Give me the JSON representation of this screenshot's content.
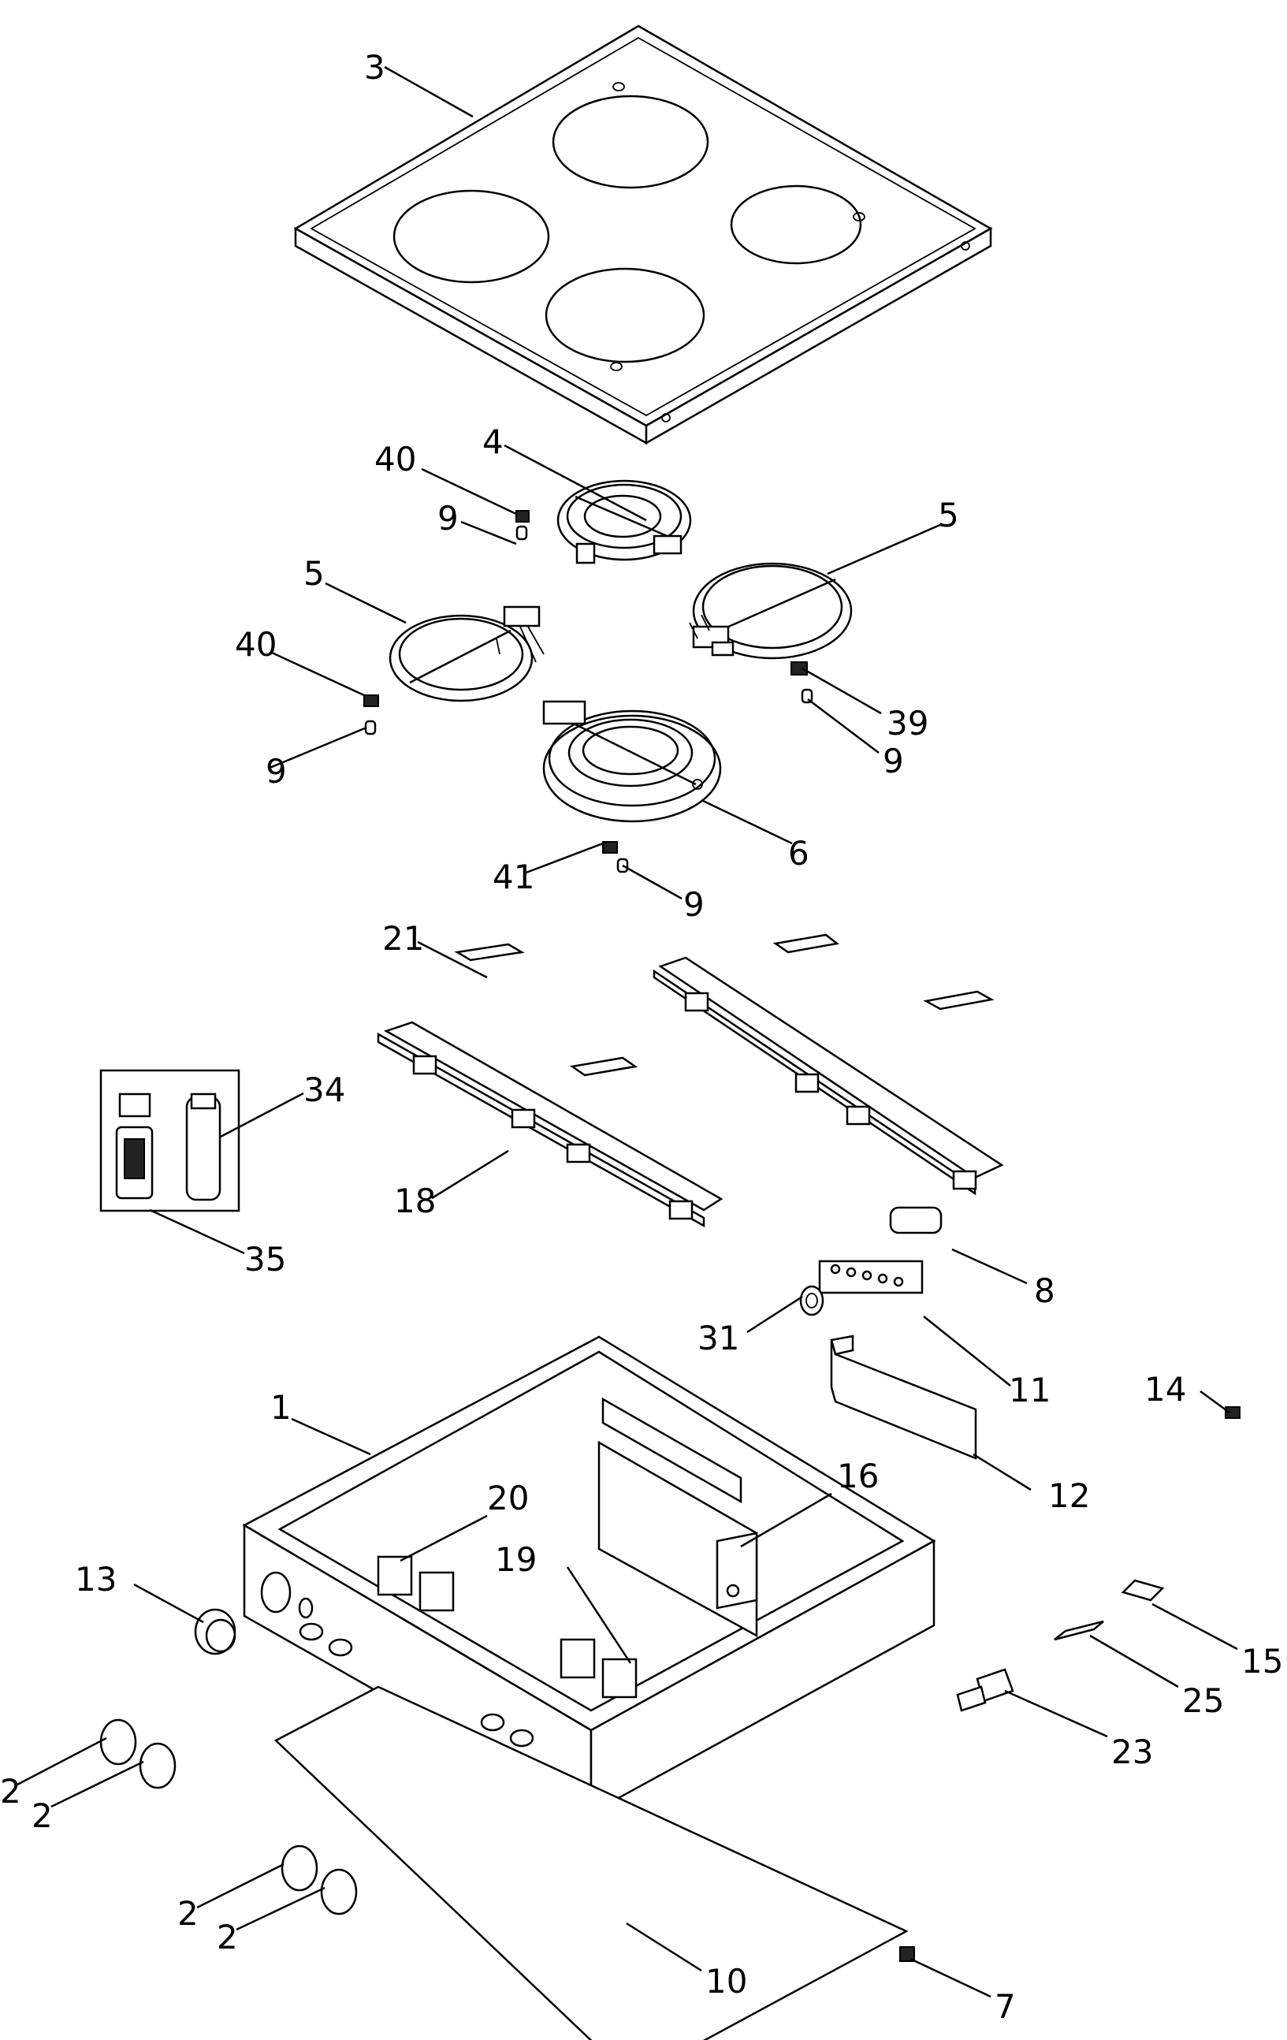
{
  "callouts": {
    "c1": "1",
    "c2a": "2",
    "c2b": "2",
    "c2c": "2",
    "c2d": "2",
    "c3": "3",
    "c4": "4",
    "c5a": "5",
    "c5b": "5",
    "c6": "6",
    "c7": "7",
    "c8": "8",
    "c9a": "9",
    "c9b": "9",
    "c9c": "9",
    "c9d": "9",
    "c10": "10",
    "c11": "11",
    "c12": "12",
    "c13": "13",
    "c14": "14",
    "c15": "15",
    "c16": "16",
    "c18": "18",
    "c19": "19",
    "c20": "20",
    "c21": "21",
    "c23": "23",
    "c25": "25",
    "c31": "31",
    "c34": "34",
    "c35": "35",
    "c39": "39",
    "c40a": "40",
    "c40b": "40",
    "c41": "41"
  }
}
